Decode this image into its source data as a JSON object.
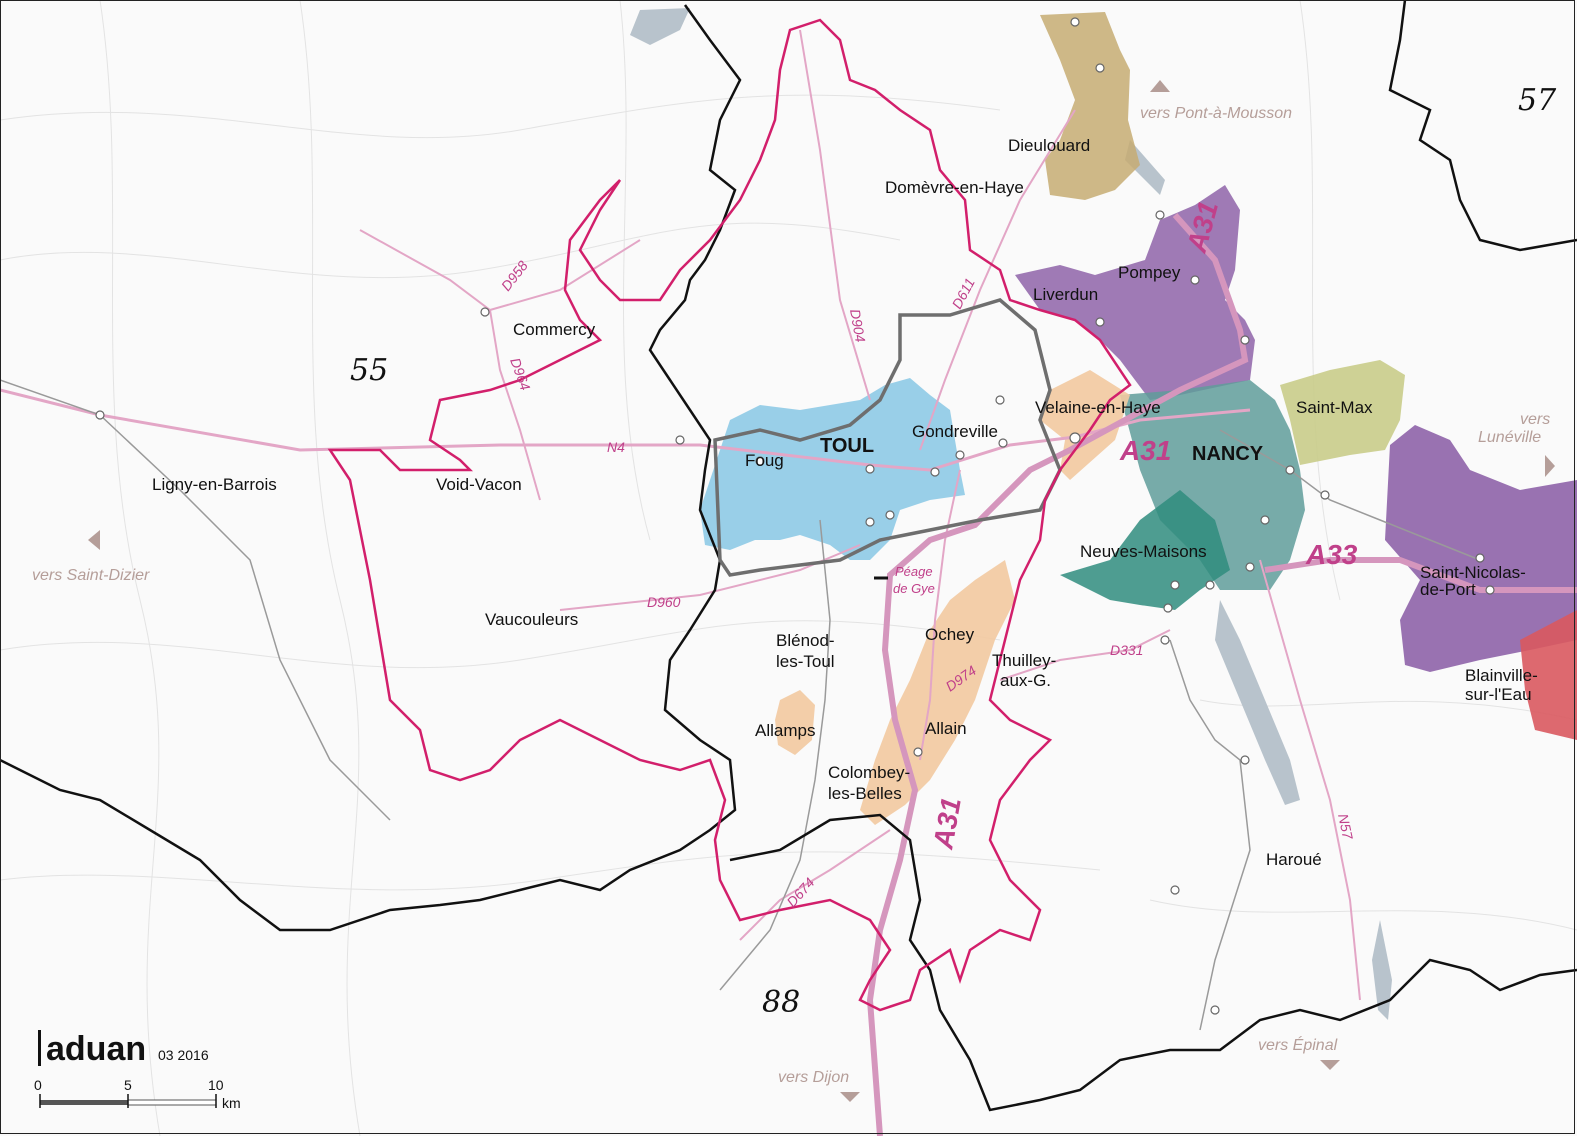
{
  "map": {
    "departments": [
      "55",
      "57",
      "88"
    ],
    "places": {
      "toul": "TOUL",
      "nancy": "NANCY",
      "dieulouard": "Dieulouard",
      "domevre": "Domèvre-en-Haye",
      "pompey": "Pompey",
      "liverdun": "Liverdun",
      "commercy": "Commercy",
      "velaine": "Velaine-en-Haye",
      "saint_max": "Saint-Max",
      "gondreville": "Gondreville",
      "foug": "Foug",
      "ligny": "Ligny-en-Barrois",
      "void_vacon": "Void-Vacon",
      "neuves_maisons": "Neuves-Maisons",
      "saint_nicolas_1": "Saint-Nicolas-",
      "saint_nicolas_2": "de-Port",
      "vaucouleurs": "Vaucouleurs",
      "blenod_1": "Blénod-",
      "blenod_2": "les-Toul",
      "ochey": "Ochey",
      "thuilley_1": "Thuilley-",
      "thuilley_2": "aux-G.",
      "blainville_1": "Blainville-",
      "blainville_2": "sur-l'Eau",
      "allamps": "Allamps",
      "allain": "Allain",
      "colombey_1": "Colombey-",
      "colombey_2": "les-Belles",
      "haroue": "Haroué"
    },
    "roads": [
      "D958",
      "D964",
      "N4",
      "D904",
      "D611",
      "D960",
      "D974",
      "D331",
      "D674",
      "N57"
    ],
    "motorways": [
      "A31",
      "A31",
      "A31",
      "A33"
    ],
    "peage": [
      "Péage",
      "de Gye"
    ],
    "directions": {
      "pont_a_mousson": "vers Pont-à-Mousson",
      "luneville_1": "vers",
      "luneville_2": "Lunéville",
      "saint_dizier": "vers Saint-Dizier",
      "dijon": "vers Dijon",
      "epinal": "vers Épinal"
    },
    "brand": {
      "name": "aduan",
      "date": "03 2016"
    },
    "scale": {
      "ticks": [
        "0",
        "5",
        "10"
      ],
      "unit": "km"
    },
    "colors": {
      "toul_area": "#8ecae6",
      "orange_area": "#f2c9a0",
      "purple_area": "#8e63a8",
      "teal_area": "#5f9c9a",
      "dark_teal_area": "#2f8c7e",
      "olive_area": "#c9cc8a",
      "tan_area": "#c6ab72",
      "red_area": "#d9595f",
      "scot_boundary": "#d21f6b",
      "dept_boundary": "#111111",
      "road_pink": "#e3a6c6"
    }
  }
}
